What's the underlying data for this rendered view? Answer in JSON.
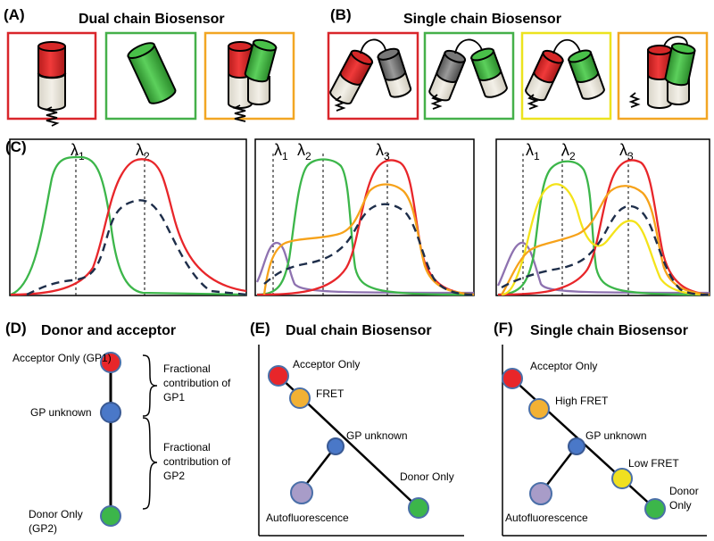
{
  "panels": {
    "A": {
      "letter": "(A)",
      "title": "Dual chain Biosensor"
    },
    "B": {
      "letter": "(B)",
      "title": "Single chain Biosensor"
    },
    "C": {
      "letter": "(C)"
    },
    "D": {
      "letter": "(D)",
      "title": "Donor and acceptor"
    },
    "E": {
      "letter": "(E)",
      "title": "Dual chain Biosensor"
    },
    "F": {
      "letter": "(F)",
      "title": "Single chain Biosensor"
    }
  },
  "colors": {
    "red": "#e8262a",
    "green": "#3cb64a",
    "orange": "#f6a21a",
    "yellow": "#f4e31a",
    "purple": "#8e72b0",
    "navy": "#1e2e4a",
    "blue_node": "#4a78c8",
    "orange_node": "#f2b134",
    "yellow_node": "#f0e020",
    "lilac_node": "#a89cc8",
    "frame_red": "#d9262b",
    "frame_green": "#45b04a",
    "frame_orange": "#f2a623",
    "frame_yellow": "#ece31e"
  },
  "lambda": {
    "l1": "λ",
    "l2": "λ",
    "l3": "λ",
    "s1": "1",
    "s2": "2",
    "s3": "3"
  },
  "panel_D": {
    "acceptor_only": "Acceptor Only (GP1)",
    "gp_unknown": "GP unknown",
    "donor_only_1": "Donor Only",
    "donor_only_2": "(GP2)",
    "frac1_line1": "Fractional",
    "frac1_line2": "contribution of",
    "frac1_line3": "GP1",
    "frac2_line1": "Fractional",
    "frac2_line2": "contribution of",
    "frac2_line3": "GP2"
  },
  "panel_E": {
    "acceptor_only": "Acceptor Only",
    "fret": "FRET",
    "gp_unknown": "GP unknown",
    "donor_only": "Donor Only",
    "autofluorescence": "Autofluorescence"
  },
  "panel_F": {
    "acceptor_only": "Acceptor Only",
    "high_fret": "High FRET",
    "gp_unknown": "GP unknown",
    "low_fret": "Low FRET",
    "donor_only_1": "Donor",
    "donor_only_2": "Only",
    "autofluorescence": "Autofluorescence"
  }
}
